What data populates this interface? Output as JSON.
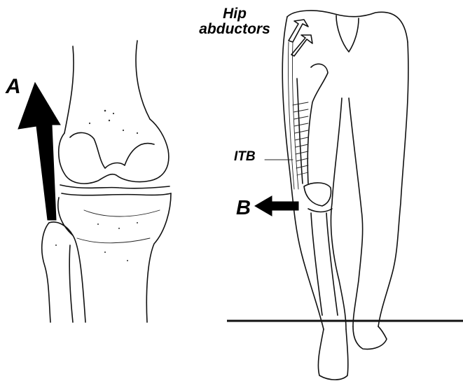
{
  "labels": {
    "a": "A",
    "b": "B",
    "itb": "ITB",
    "hip_abductors": "Hip\nabductors"
  },
  "colors": {
    "ink": "#111111",
    "arrow": "#000000",
    "background": "#ffffff"
  }
}
